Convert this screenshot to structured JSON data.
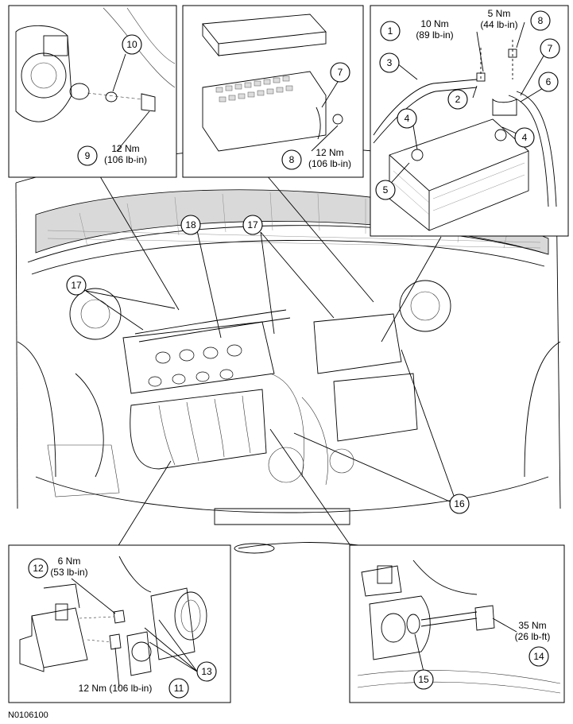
{
  "figure_id": "N0106100",
  "callouts": {
    "c1": "1",
    "c2": "2",
    "c3": "3",
    "c4a": "4",
    "c4b": "4",
    "c5": "5",
    "c6": "6",
    "c7a": "7",
    "c7b": "7",
    "c8a": "8",
    "c8b": "8",
    "c9": "9",
    "c10": "10",
    "c11": "11",
    "c12": "12",
    "c13": "13",
    "c14": "14",
    "c15": "15",
    "c16": "16",
    "c17a": "17",
    "c17b": "17",
    "c18": "18"
  },
  "torques": {
    "t1_nm": "10 Nm",
    "t1_lbin": "(89 lb-in)",
    "t5_nm": "5 Nm",
    "t5_lbin": "(44 lb-in)",
    "t8_nm": "12 Nm",
    "t8_lbin": "(106 lb-in)",
    "t9_nm": "12 Nm",
    "t9_lbin": "(106 lb-in)",
    "t11": "12 Nm (106 lb-in)",
    "t12_nm": "6 Nm",
    "t12_lbin": "(53 lb-in)",
    "t14_nm": "35 Nm",
    "t14_lbft": "(26 lb-ft)"
  }
}
